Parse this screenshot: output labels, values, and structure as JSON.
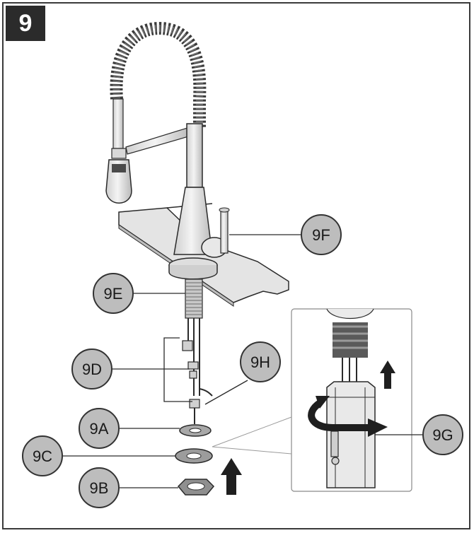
{
  "step": {
    "number": "9"
  },
  "callouts": {
    "c9F": "9F",
    "c9E": "9E",
    "c9D": "9D",
    "c9H": "9H",
    "c9A": "9A",
    "c9C": "9C",
    "c9B": "9B",
    "c9G": "9G"
  },
  "colors": {
    "callout_fill": "#bdbdbd",
    "callout_stroke": "#333333",
    "line": "#2a2a2a",
    "metal": "#e6e6e6",
    "metal_dark": "#9a9a9a",
    "spring": "#3a3a3a"
  },
  "icons": {
    "rotate": "curved-rotate-arrow-icon",
    "up": "up-arrow-icon"
  }
}
